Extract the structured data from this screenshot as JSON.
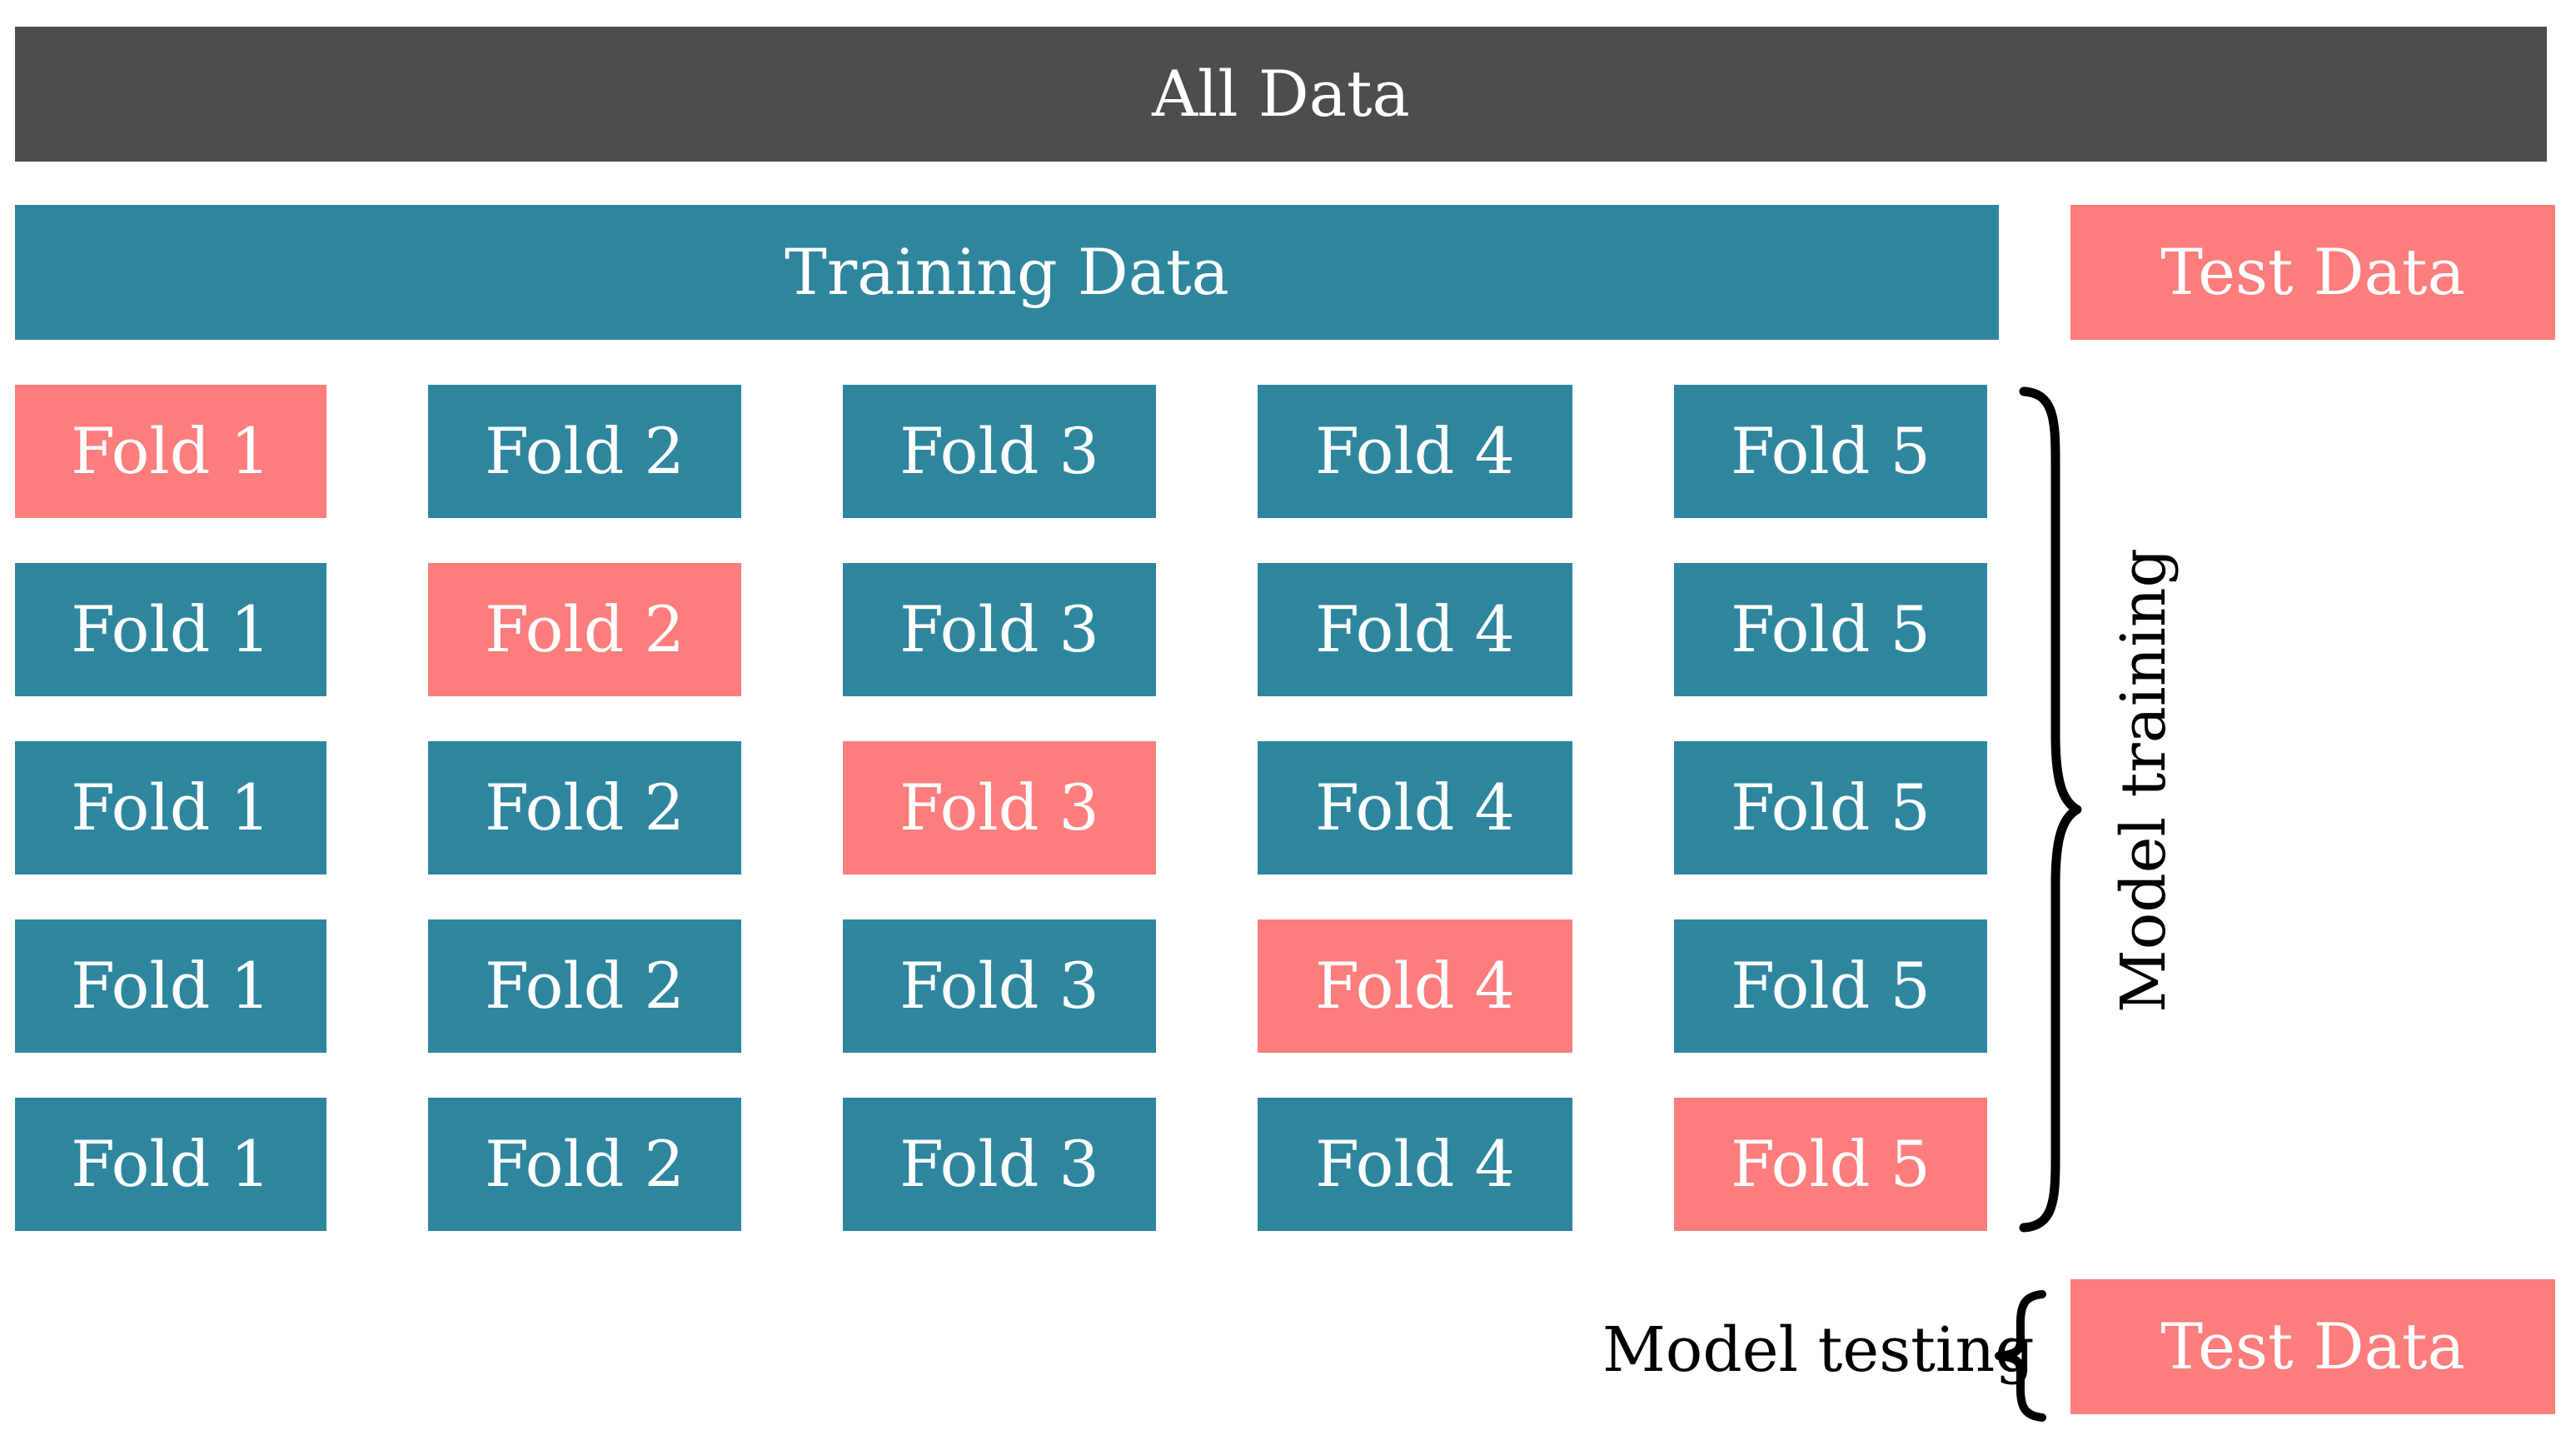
{
  "all_data": "All Data",
  "training_data": "Training Data",
  "test_data_top": "Test Data",
  "test_data_bottom": "Test Data",
  "model_training": "Model training",
  "model_testing": "Model testing",
  "folds": [
    [
      "Fold 1",
      "Fold 2",
      "Fold 3",
      "Fold 4",
      "Fold 5"
    ],
    [
      "Fold 1",
      "Fold 2",
      "Fold 3",
      "Fold 4",
      "Fold 5"
    ],
    [
      "Fold 1",
      "Fold 2",
      "Fold 3",
      "Fold 4",
      "Fold 5"
    ],
    [
      "Fold 1",
      "Fold 2",
      "Fold 3",
      "Fold 4",
      "Fold 5"
    ],
    [
      "Fold 1",
      "Fold 2",
      "Fold 3",
      "Fold 4",
      "Fold 5"
    ]
  ],
  "colors": {
    "all_data": "#4d4d4d",
    "training": "#2e869e",
    "test": "#fd7c7c"
  }
}
